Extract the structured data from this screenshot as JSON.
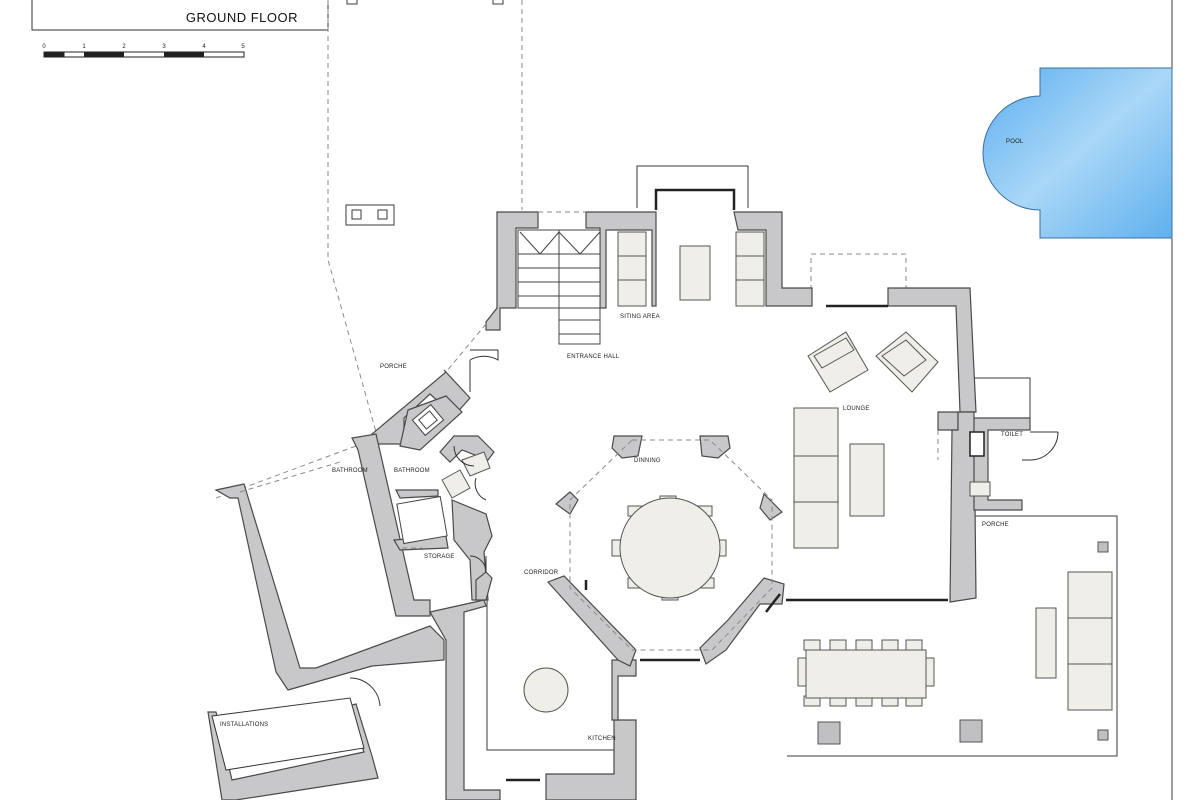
{
  "title": "GROUND FLOOR",
  "scale_bar": {
    "ticks": [
      "0",
      "1",
      "2",
      "3",
      "4",
      "5"
    ]
  },
  "rooms": {
    "pool": "POOL",
    "siting_area": "SITING AREA",
    "entrance_hall": "ENTRANCE HALL",
    "porche_west": "PORCHE",
    "lounge": "LOUNGE",
    "toilet": "TOILET",
    "bathroom_1": "BATHROOM",
    "bathroom_2": "BATHROOM",
    "dinning": "DINNING",
    "storage": "STORAGE",
    "corridor": "CORRIDOR",
    "porche_east": "PORCHE",
    "installations": "INSTALLATIONS",
    "kitchen": "KITCHEN"
  },
  "colors": {
    "wall": "#c8c8ca",
    "furniture": "#efeee8",
    "pool_water": "#7fbff0",
    "line": "#3a3a3a"
  }
}
